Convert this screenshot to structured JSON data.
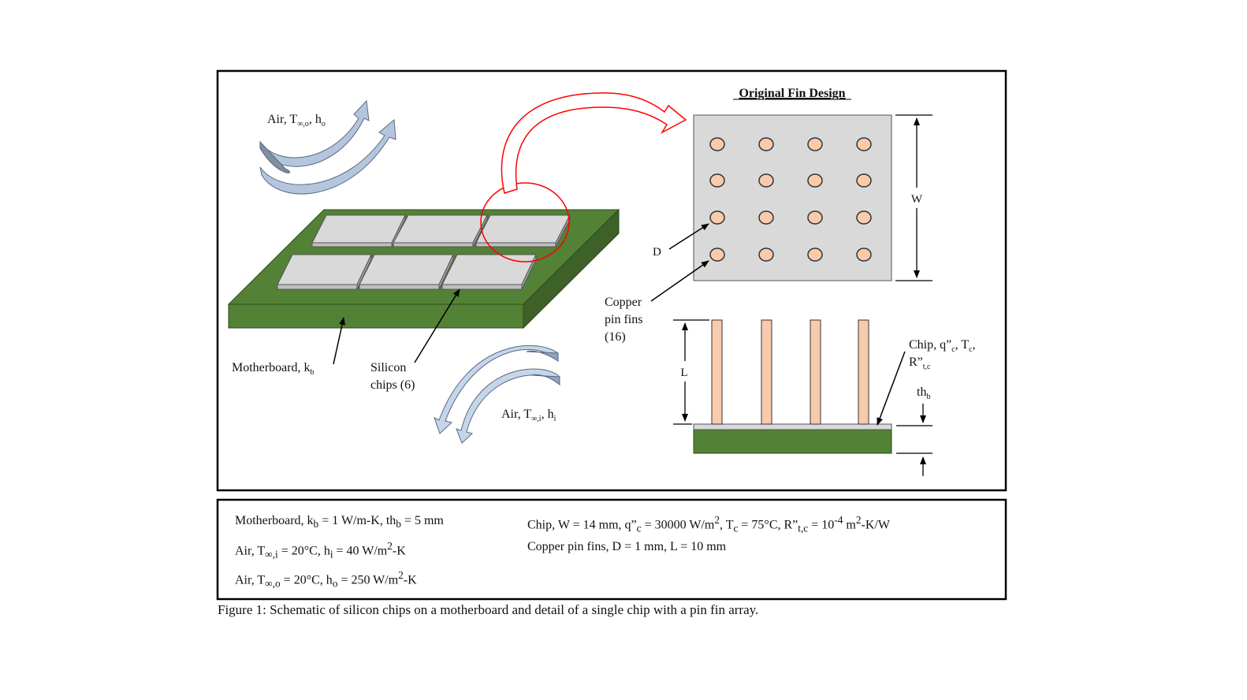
{
  "figure": {
    "caption": "Figure 1: Schematic of silicon chips on a motherboard and detail of a single chip with a pin fin array.",
    "colors": {
      "board_green": "#538135",
      "chip_gray": "#d9d9d9",
      "fin_orange": "#f8cbad",
      "highlight_red": "#ff0000",
      "air_arrow_blue": "#c5d5ea"
    }
  },
  "schematic": {
    "air_outer": {
      "base": "Air, T",
      "sub1": "∞,o",
      "sep": ", h",
      "sub2": "o"
    },
    "air_inner": {
      "base": "Air, T",
      "sub1": "∞,i",
      "sep": ", h",
      "sub2": "i"
    },
    "motherboard": {
      "base": "Motherboard, k",
      "sub": "b"
    },
    "silicon_chips": {
      "line1": "Silicon",
      "line2": "chips (6)"
    }
  },
  "detail": {
    "title": "Original Fin Design",
    "width_label": "W",
    "diameter_label": "D",
    "copper_label": {
      "line1": "Copper",
      "line2": "pin fins",
      "line3": "(16)"
    },
    "length_label": "L",
    "chip_label": {
      "line1_a": "Chip, q”",
      "line1_sub1": "c",
      "line1_b": ", T",
      "line1_sub2": "c",
      "line1_c": ",",
      "line2_a": "R”",
      "line2_sub": "t,c"
    },
    "thickness_label": {
      "base": "th",
      "sub": "b"
    }
  },
  "parameters": {
    "motherboard": {
      "a": "Motherboard, k",
      "s1": "b",
      "b": " = 1 W/m-K, th",
      "s2": "b",
      "c": " = 5 mm"
    },
    "air_inner": {
      "a": "Air, T",
      "s1": "∞,i",
      "b": " = 20°C, h",
      "s2": "i",
      "c": " = 40 W/m",
      "sup": "2",
      "d": "-K"
    },
    "air_outer": {
      "a": "Air, T",
      "s1": "∞,o",
      "b": " = 20°C, h",
      "s2": "o",
      "c": " = 250 W/m",
      "sup": "2",
      "d": "-K"
    },
    "chip": {
      "a": "Chip, W = 14 mm, q”",
      "s1": "c",
      "b": " = 30000 W/m",
      "sup1": "2",
      "c": ", T",
      "s2": "c",
      "d": " = 75°C, R”",
      "s3": "t,c",
      "e": " = 10",
      "sup2": "-4",
      "f": " m",
      "sup3": "2",
      "g": "-K/W"
    },
    "copper": {
      "text": "Copper pin fins, D = 1 mm, L = 10 mm"
    }
  }
}
